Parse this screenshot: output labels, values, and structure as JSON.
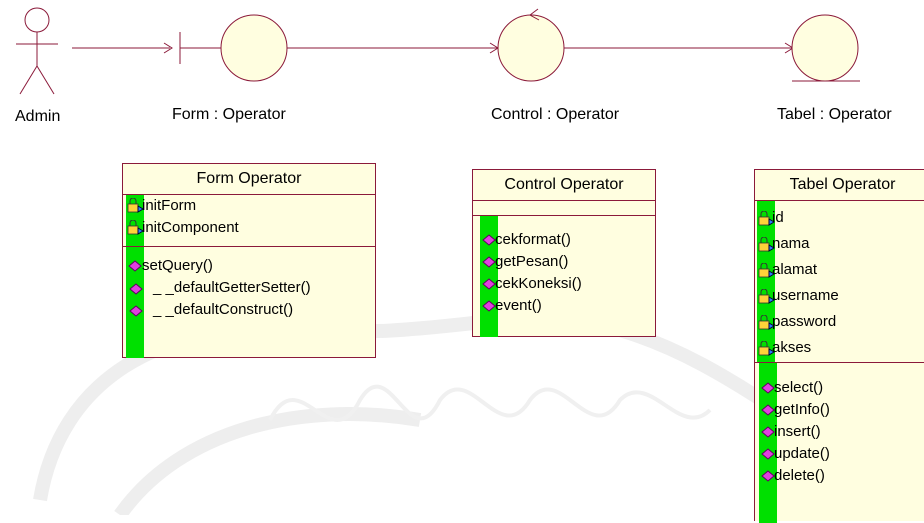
{
  "actor": {
    "label": "Admin"
  },
  "objects": {
    "form": "Form : Operator",
    "control": "Control : Operator",
    "tabel": "Tabel : Operator"
  },
  "classes": {
    "form": {
      "title": "Form Operator",
      "attributes": [
        "initForm",
        "initComponent"
      ],
      "operations": [
        "setQuery()",
        "_ _defaultGetterSetter()",
        "_ _defaultConstruct()"
      ]
    },
    "control": {
      "title": "Control Operator",
      "attributes": [],
      "operations": [
        "cekformat()",
        "getPesan()",
        "cekKoneksi()",
        "event()"
      ]
    },
    "tabel": {
      "title": "Tabel Operator",
      "attributes": [
        "id",
        "nama",
        "alamat",
        "username",
        "password",
        "akses"
      ],
      "operations": [
        "select()",
        "getInfo()",
        "insert()",
        "update()",
        "delete()"
      ]
    }
  },
  "colors": {
    "line": "#8b1a3a",
    "fill": "#fffee0",
    "marker": "#00e000"
  }
}
